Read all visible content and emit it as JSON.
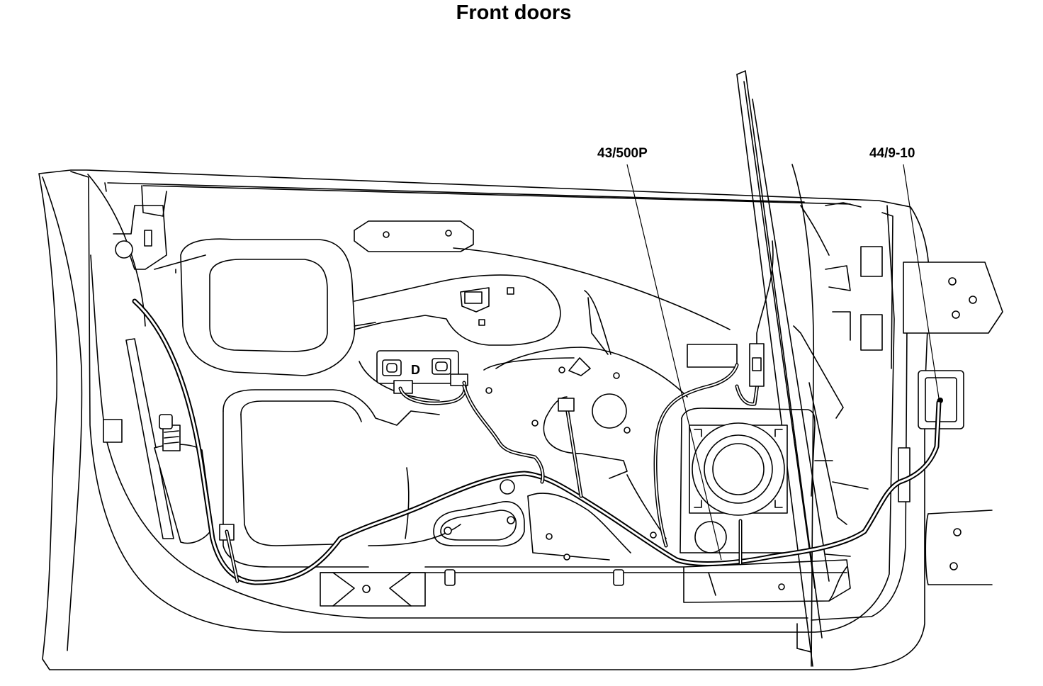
{
  "title": "Front doors",
  "callouts": [
    {
      "id": "a",
      "label": "43/500P"
    },
    {
      "id": "b",
      "label": "44/9-10"
    }
  ],
  "switch_label": "D"
}
